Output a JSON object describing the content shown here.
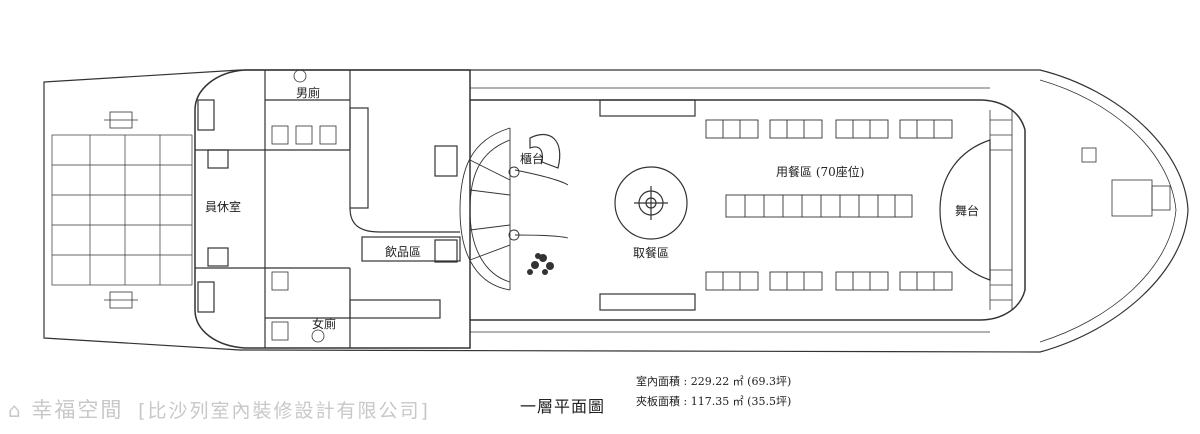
{
  "rooms": {
    "staff_lounge": "員休室",
    "mens_restroom": "男廁",
    "womens_restroom": "女廁",
    "counter": "櫃台",
    "drinks_area": "飲品區",
    "buffet_area": "取餐區",
    "dining_area": "用餐區 (70座位)",
    "stage": "舞台"
  },
  "title": "一層平面圖",
  "areas": [
    {
      "label": "室內面積 : 229.22 ㎡ (69.3坪)"
    },
    {
      "label": "夾板面積 : 117.35 ㎡ (35.5坪)"
    }
  ],
  "watermark": {
    "brand": "幸福空間",
    "designer": "[比沙列室內裝修設計有限公司]"
  },
  "colors": {
    "line": "#333333",
    "watermark": "#c8c8c8"
  }
}
